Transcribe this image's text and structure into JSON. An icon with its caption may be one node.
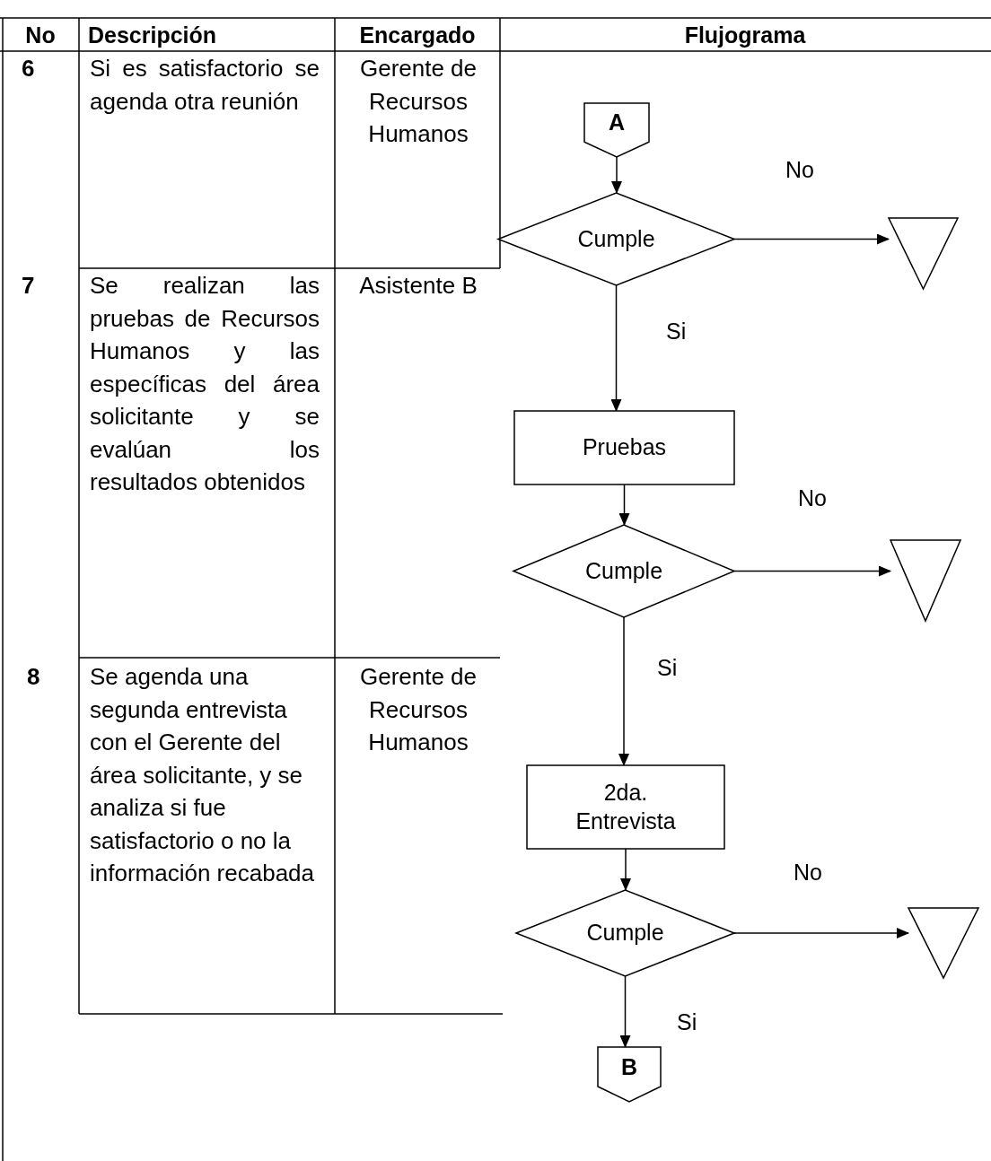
{
  "diagram": {
    "nodes": [
      {
        "text": [
          "A"
        ]
      },
      {
        "text": [
          "Cumple"
        ]
      },
      {
        "text": [],
        "shape": "triangle"
      },
      {
        "text": [
          "Pruebas"
        ]
      },
      {
        "text": [
          "Cumple"
        ]
      },
      {
        "text": [],
        "shape": "triangle"
      },
      {
        "text": [
          "2da. Entrevista"
        ]
      },
      {
        "text": [
          "Cumple"
        ]
      },
      {
        "text": [],
        "shape": "triangle"
      },
      {
        "text": [
          "B"
        ]
      }
    ],
    "edges": [
      {
        "from": 0,
        "to": 1,
        "arrow": "to"
      },
      {
        "from": 1,
        "to": 2,
        "arrow": "to",
        "label": "No"
      },
      {
        "from": 1,
        "to": 3,
        "arrow": "to",
        "label": "Si"
      },
      {
        "from": 3,
        "to": 4,
        "arrow": "to"
      },
      {
        "from": 4,
        "to": 5,
        "arrow": "to",
        "label": "No"
      },
      {
        "from": 4,
        "to": 6,
        "arrow": "to",
        "label": "Si"
      },
      {
        "from": 6,
        "to": 7,
        "arrow": "to"
      },
      {
        "from": 7,
        "to": 8,
        "arrow": "to",
        "label": "No"
      },
      {
        "from": 7,
        "to": 9,
        "arrow": "to",
        "label": "Si"
      }
    ],
    "labels": [
      "No",
      "Descripción",
      "Encargado",
      "Flujograma",
      "6",
      "Si es satisfactorio se agenda otra reunión",
      "Gerente de Recursos Humanos",
      "7",
      "Se realizan las pruebas de Recursos Humanos y las específicas del área solicitante y se evalúan los resultados obtenidos",
      "Asistente B",
      "8",
      "Se agenda una segunda entrevista con el Gerente del área solicitante, y se analiza si fue satisfactorio o no la información recabada",
      "Gerente de Recursos Humanos"
    ]
  }
}
